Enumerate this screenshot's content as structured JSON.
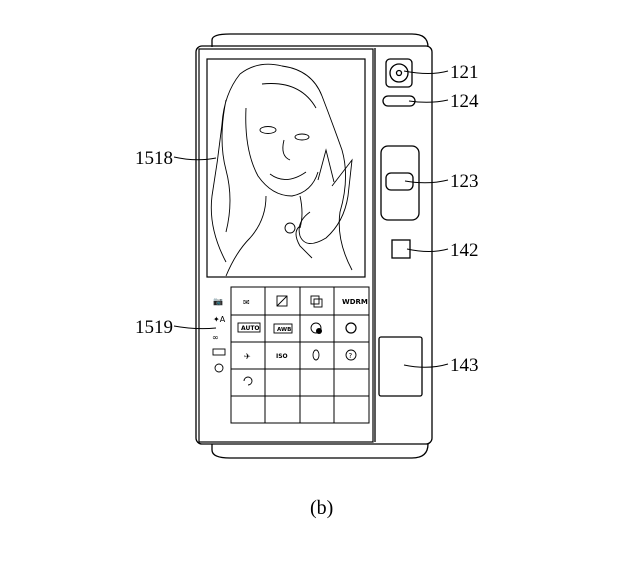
{
  "figure": {
    "caption": "(b)",
    "labels": {
      "camera_lens": "121",
      "flash": "124",
      "slider_control": "123",
      "square_button": "142",
      "side_panel": "143",
      "preview_image": "1518",
      "settings_panel": "1519"
    },
    "settings_icon_text": {
      "wdr": "WDRM",
      "auto": "AUTO",
      "awb": "AWB"
    }
  }
}
